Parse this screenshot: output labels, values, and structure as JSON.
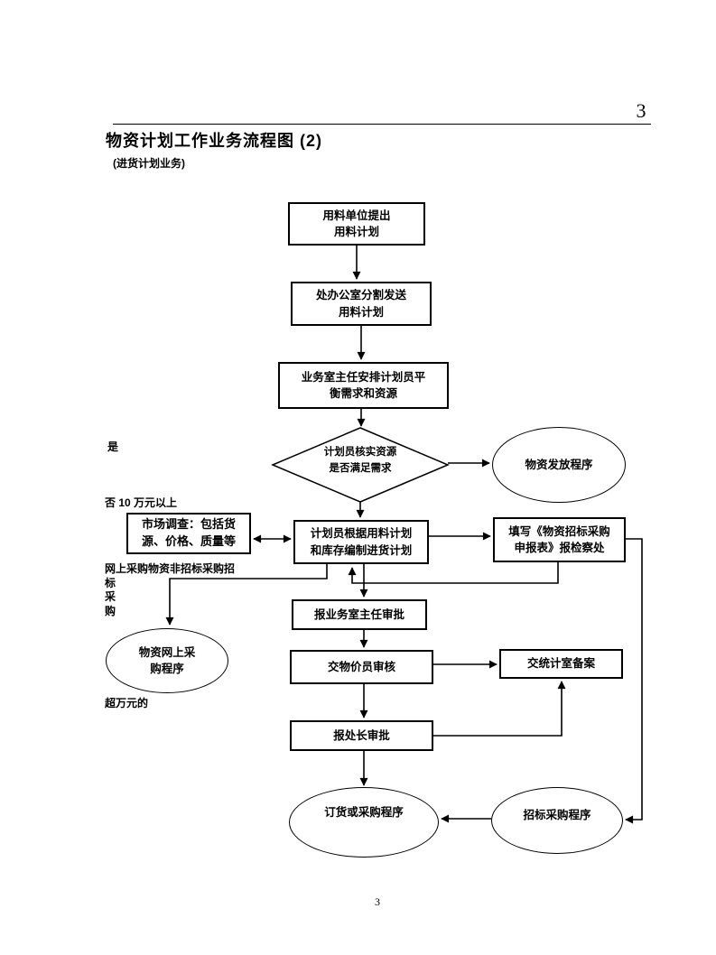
{
  "page": {
    "header_page_number": "3",
    "title": "物资计划工作业务流程图 (2)",
    "subtitle": "(进货计划业务)",
    "footer_page_number": "3",
    "ink_color": "#000000"
  },
  "nodes": {
    "n1": {
      "line1": "用料单位提出",
      "line2": "用料计划"
    },
    "n2": {
      "line1": "处办公室分割发送",
      "line2": "用料计划"
    },
    "n3": {
      "line1": "业务室主任安排计划员平",
      "line2": "衡需求和资源"
    },
    "decision": {
      "line1": "计划员核实资源",
      "line2": "是否满足需求"
    },
    "release": {
      "label": "物资发放程序"
    },
    "market": {
      "line1": "市场调查：包括货",
      "line2": "源、价格、质量等"
    },
    "n4": {
      "line1": "计划员根据用料计划",
      "line2": "和库存编制进货计划"
    },
    "n5": {
      "line1": "填写《物资招标采购",
      "line2": "申报表》报检察处"
    },
    "n6": {
      "label": "报业务室主任审批"
    },
    "n7": {
      "label": "交物价员审核"
    },
    "n8": {
      "label": "交统计室备案"
    },
    "n9": {
      "label": "报处长审批"
    },
    "order": {
      "label": "订货或采购程序"
    },
    "bid": {
      "label": "招标采购程序"
    },
    "web": {
      "line1": "物资网上采",
      "line2": "购程序"
    }
  },
  "labels": {
    "yes": "是",
    "no_over_100k": "否 10 万元以上",
    "web_line1": "网上采购物资非招标采购招",
    "web_line2": "标",
    "web_line3": "采",
    "web_line4": "购",
    "over_10k": "超万元的"
  }
}
